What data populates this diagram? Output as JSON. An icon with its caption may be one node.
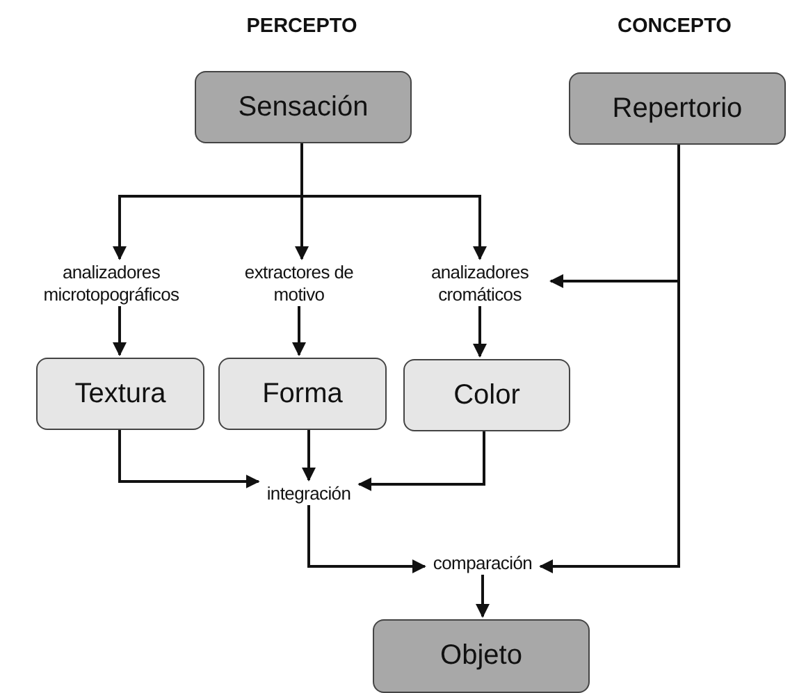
{
  "diagram": {
    "nodes": [
      {
        "text": [
          "Sensación"
        ]
      },
      {
        "text": [
          "Repertorio"
        ]
      },
      {
        "text": [
          "analizadores microtopográficos"
        ]
      },
      {
        "text": [
          "extractores de motivo"
        ]
      },
      {
        "text": [
          "analizadores cromáticos"
        ]
      },
      {
        "text": [
          "Textura"
        ]
      },
      {
        "text": [
          "Forma"
        ]
      },
      {
        "text": [
          "Color"
        ]
      },
      {
        "text": [
          "integración"
        ]
      },
      {
        "text": [
          "comparación"
        ]
      },
      {
        "text": [
          "Objeto"
        ]
      }
    ],
    "edges": [
      {
        "from": 0,
        "to": 2,
        "arrow": "to"
      },
      {
        "from": 0,
        "to": 3,
        "arrow": "to"
      },
      {
        "from": 0,
        "to": 4,
        "arrow": "to"
      },
      {
        "from": 2,
        "to": 5,
        "arrow": "to"
      },
      {
        "from": 3,
        "to": 6,
        "arrow": "to"
      },
      {
        "from": 4,
        "to": 7,
        "arrow": "to"
      },
      {
        "from": 5,
        "to": 8,
        "arrow": "to"
      },
      {
        "from": 6,
        "to": 8,
        "arrow": "to"
      },
      {
        "from": 7,
        "to": 8,
        "arrow": "to"
      },
      {
        "from": 8,
        "to": 9,
        "arrow": "to"
      },
      {
        "from": 1,
        "to": 4,
        "arrow": "to"
      },
      {
        "from": 1,
        "to": 9,
        "arrow": "to"
      },
      {
        "from": 9,
        "to": 10,
        "arrow": "to"
      }
    ],
    "labels": [
      "PERCEPTO",
      "CONCEPTO"
    ]
  }
}
